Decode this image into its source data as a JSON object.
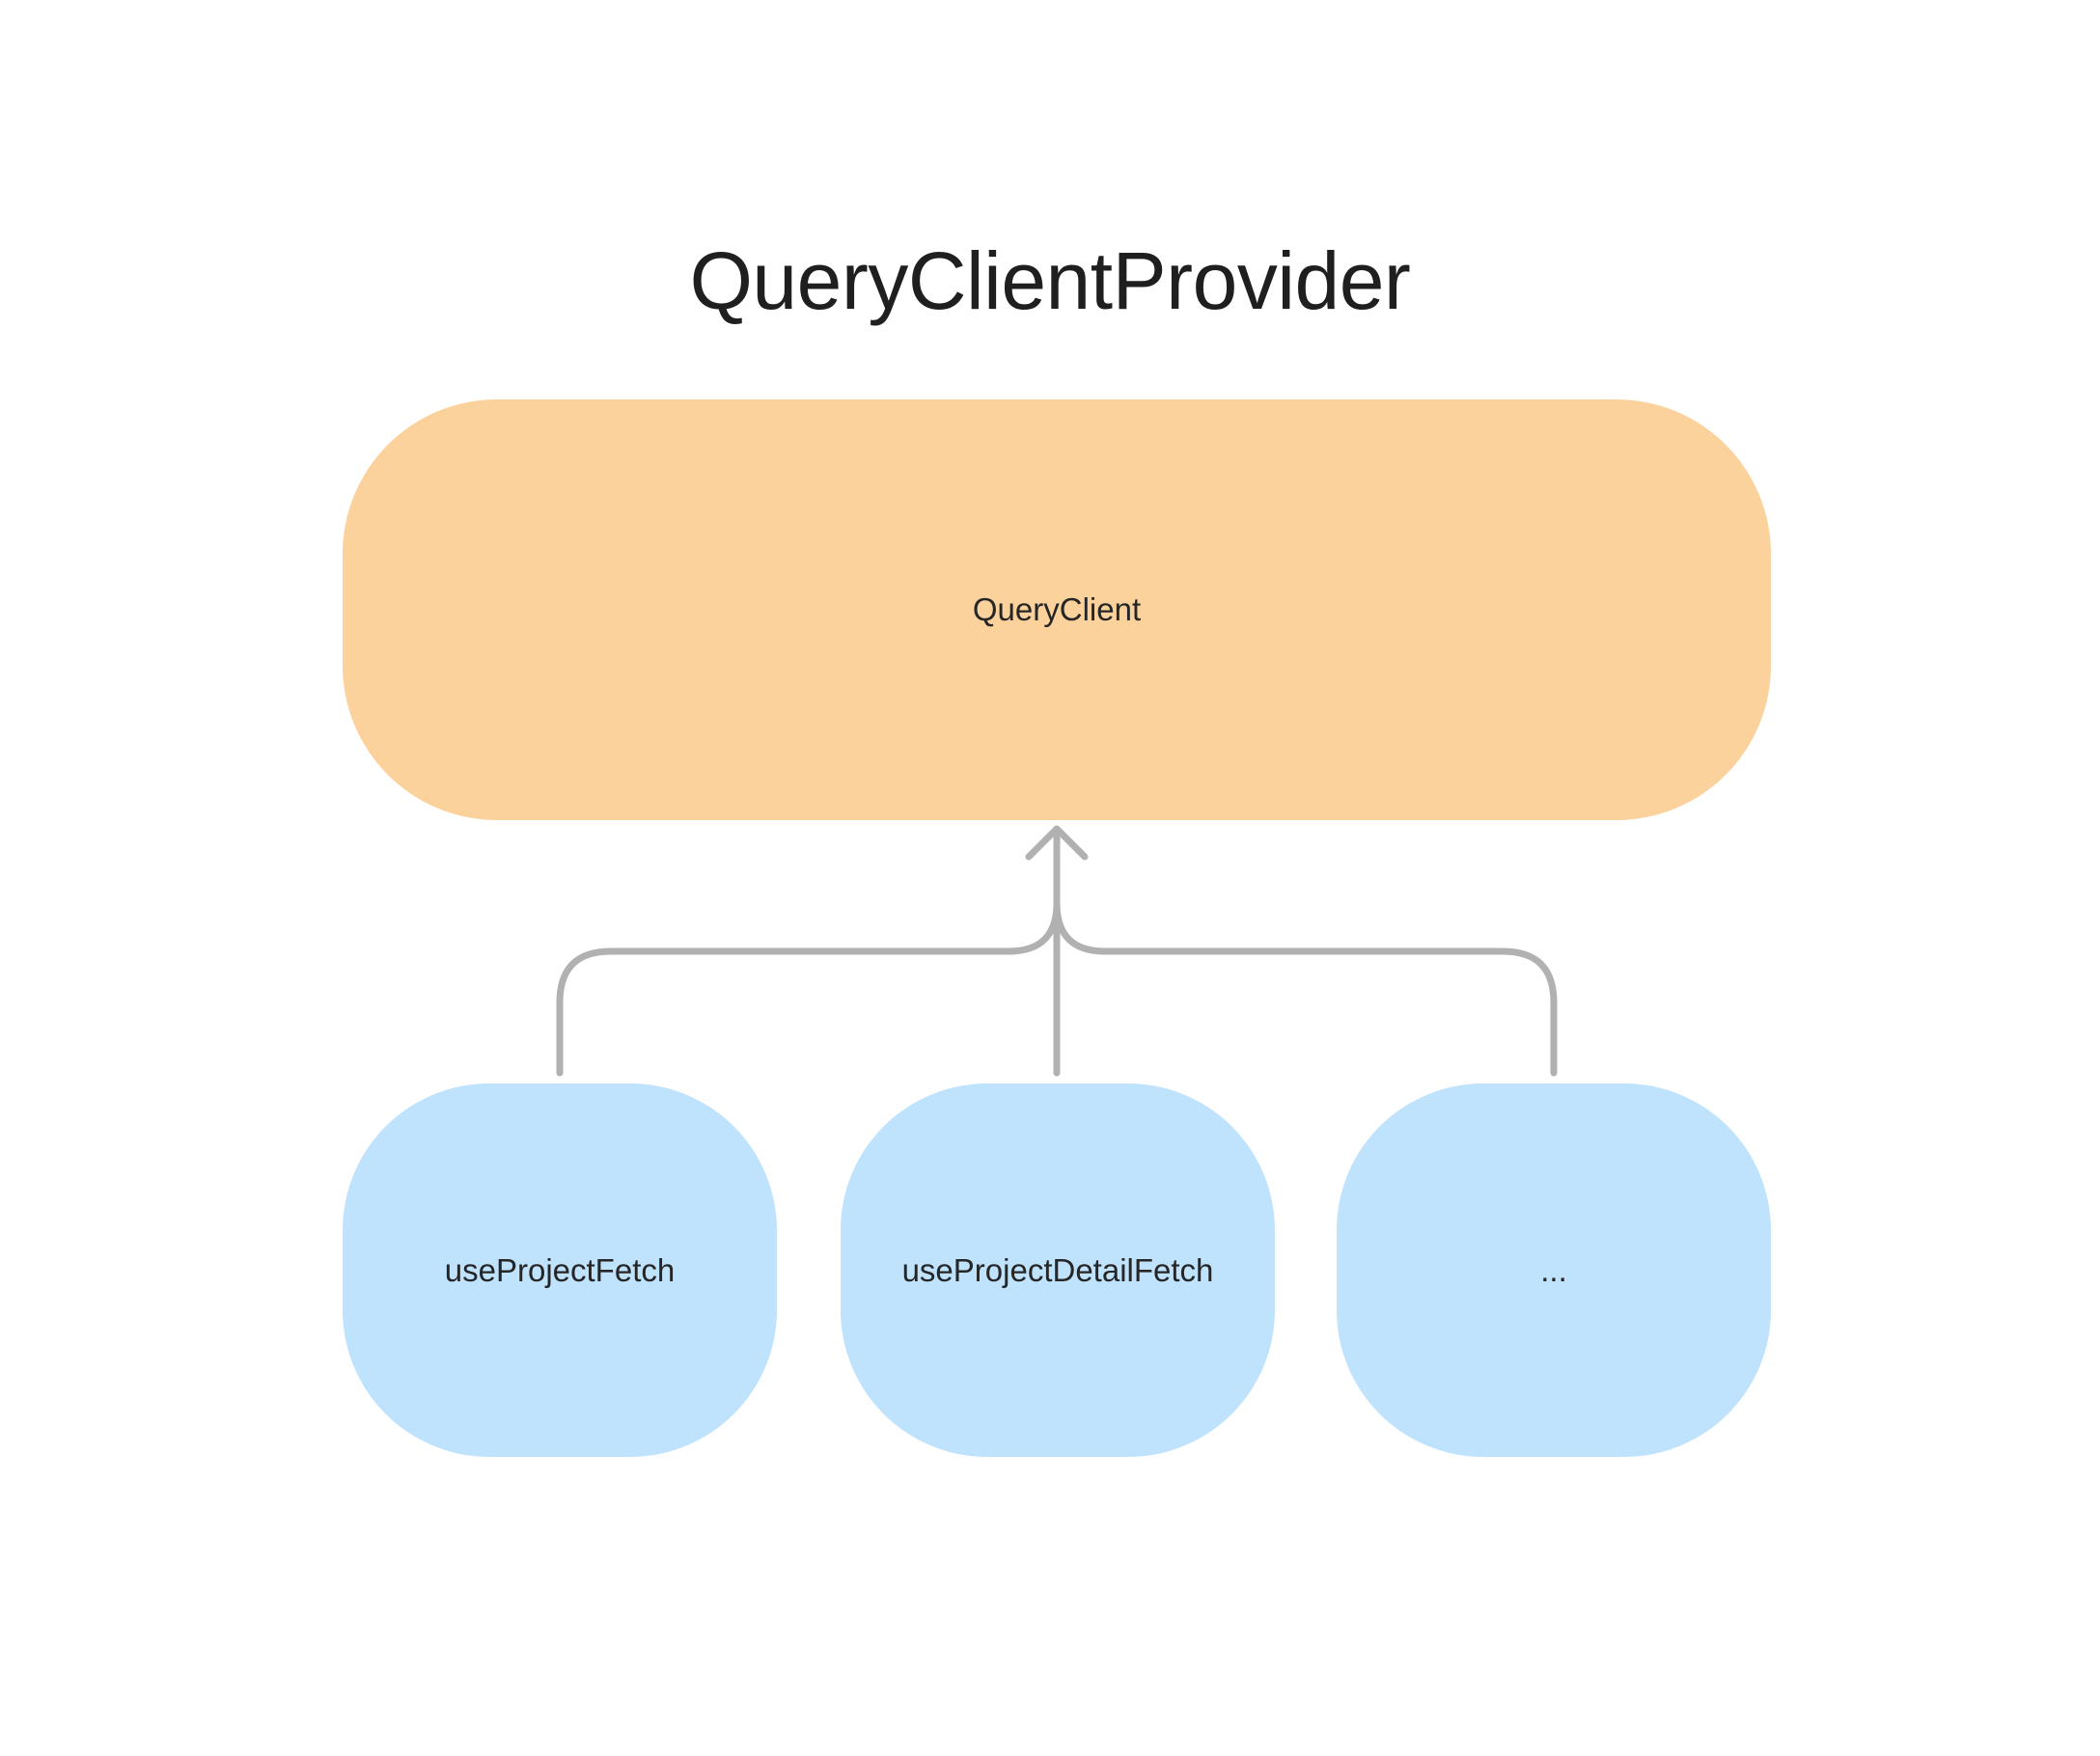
{
  "diagram": {
    "title": "QueryClientProvider",
    "provider_node": {
      "label": "QueryClient",
      "color": "#fbd19c"
    },
    "consumer_nodes": [
      {
        "label": "useProjectFetch",
        "color": "#bfe2fd"
      },
      {
        "label": "useProjectDetailFetch",
        "color": "#bfe2fd"
      },
      {
        "label": "...",
        "color": "#bfe2fd"
      }
    ],
    "connector_color": "#b1b1b1"
  }
}
